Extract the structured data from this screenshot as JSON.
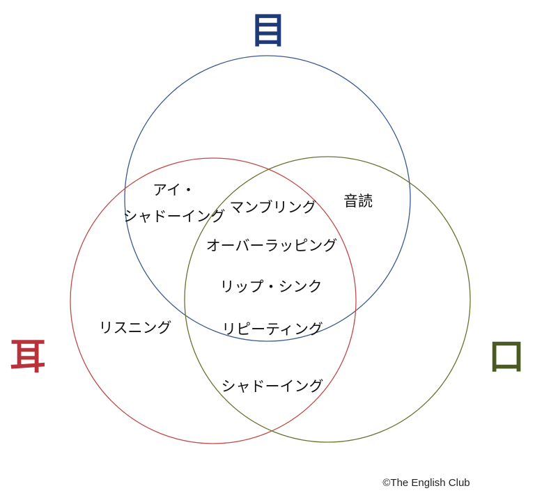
{
  "senses": {
    "eye": {
      "label": "目",
      "color": "#1f3a78"
    },
    "ear": {
      "label": "耳",
      "color": "#b8323a"
    },
    "mouth": {
      "label": "口",
      "color": "#4a5a22"
    }
  },
  "circle_colors": {
    "eye": "#3a5a8c",
    "ear": "#c04a4a",
    "mouth": "#6b7030"
  },
  "regions": {
    "eye_mouth": "音読",
    "eye_ear_line1": "アイ・",
    "eye_ear_line2": "シャドーイング",
    "center_1": "マンブリング",
    "center_2": "オーバーラッピング",
    "center_3": "リップ・シンク",
    "center_4": "リピーティング",
    "ear_only": "リスニング",
    "ear_mouth": "シャドーイング"
  },
  "credit": "©The English Club"
}
